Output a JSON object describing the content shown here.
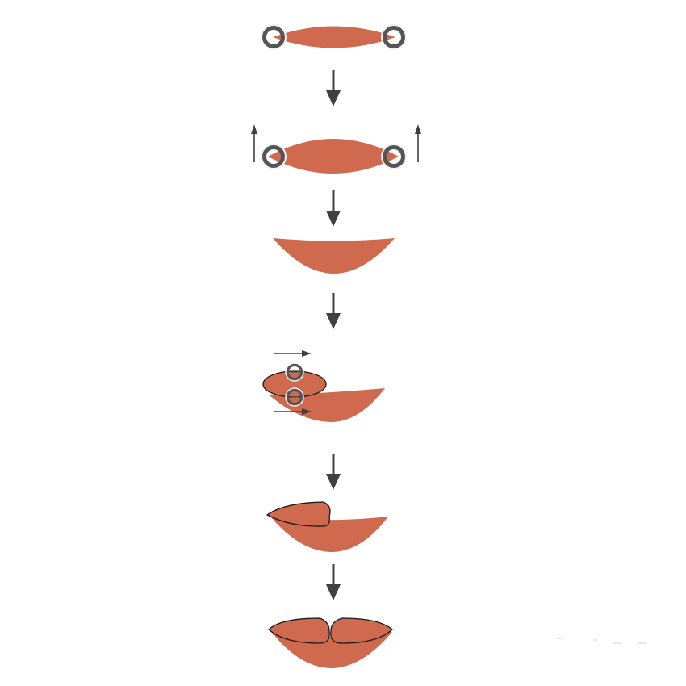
{
  "colors": {
    "shape_fill": "#d06a4e",
    "outline": "#1a1a1a",
    "arrow": "#404040",
    "ring_outer": "#555555",
    "ring_inner": "#f2f2f2"
  },
  "steps": [
    {
      "name": "flat-lens-with-end-anchors"
    },
    {
      "name": "lens-with-raised-anchors"
    },
    {
      "name": "lower-lip-curve"
    },
    {
      "name": "upper-lip-shape-moving-right"
    },
    {
      "name": "half-lips-combined"
    },
    {
      "name": "full-lips"
    }
  ],
  "icons": {
    "flow_arrow": "arrow-down-icon",
    "move_up": "arrow-up-icon",
    "move_right": "arrow-right-icon",
    "anchor": "anchor-point-icon"
  }
}
